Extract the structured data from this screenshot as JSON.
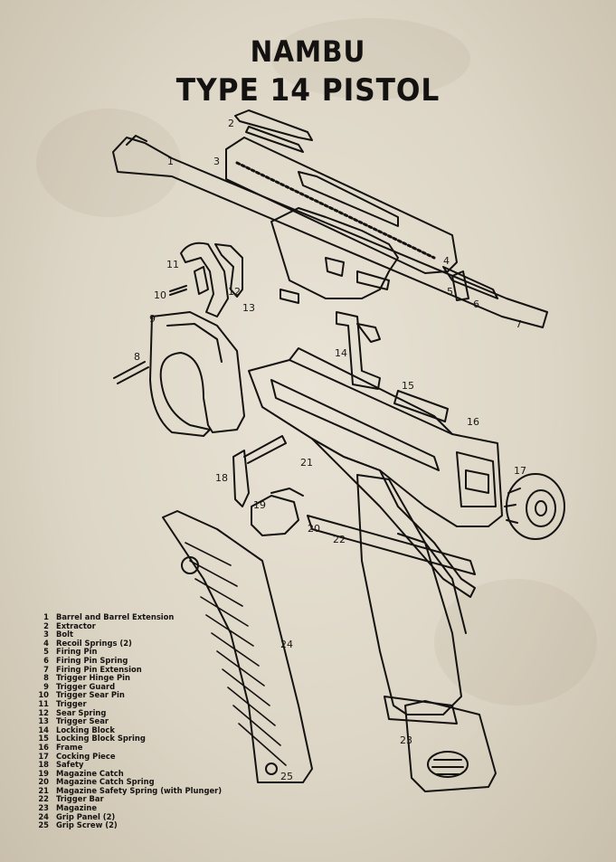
{
  "poster": {
    "title_line1": "NAMBU",
    "title_line2": "TYPE 14 PISTOL",
    "colors": {
      "ink": "#141210",
      "paper": "#e3dccd"
    }
  },
  "callouts": [
    "1",
    "2",
    "3",
    "4",
    "5",
    "6",
    "7",
    "8",
    "9",
    "10",
    "11",
    "12",
    "13",
    "14",
    "15",
    "16",
    "17",
    "18",
    "19",
    "20",
    "21",
    "22",
    "23",
    "24",
    "25"
  ],
  "legend": [
    {
      "num": "1",
      "label": "Barrel and Barrel Extension"
    },
    {
      "num": "2",
      "label": "Extractor"
    },
    {
      "num": "3",
      "label": "Bolt"
    },
    {
      "num": "4",
      "label": "Recoil Springs (2)"
    },
    {
      "num": "5",
      "label": "Firing Pin"
    },
    {
      "num": "6",
      "label": "Firing Pin Spring"
    },
    {
      "num": "7",
      "label": "Firing Pin Extension"
    },
    {
      "num": "8",
      "label": "Trigger Hinge Pin"
    },
    {
      "num": "9",
      "label": "Trigger Guard"
    },
    {
      "num": "10",
      "label": "Trigger Sear Pin"
    },
    {
      "num": "11",
      "label": "Trigger"
    },
    {
      "num": "12",
      "label": "Sear Spring"
    },
    {
      "num": "13",
      "label": "Trigger Sear"
    },
    {
      "num": "14",
      "label": "Locking Block"
    },
    {
      "num": "15",
      "label": "Locking Block Spring"
    },
    {
      "num": "16",
      "label": "Frame"
    },
    {
      "num": "17",
      "label": "Cocking Piece"
    },
    {
      "num": "18",
      "label": "Safety"
    },
    {
      "num": "19",
      "label": "Magazine Catch"
    },
    {
      "num": "20",
      "label": "Magazine Catch Spring"
    },
    {
      "num": "21",
      "label": "Magazine Safety Spring (with Plunger)"
    },
    {
      "num": "22",
      "label": "Trigger Bar"
    },
    {
      "num": "23",
      "label": "Magazine"
    },
    {
      "num": "24",
      "label": "Grip Panel (2)"
    },
    {
      "num": "25",
      "label": "Grip Screw (2)"
    }
  ]
}
